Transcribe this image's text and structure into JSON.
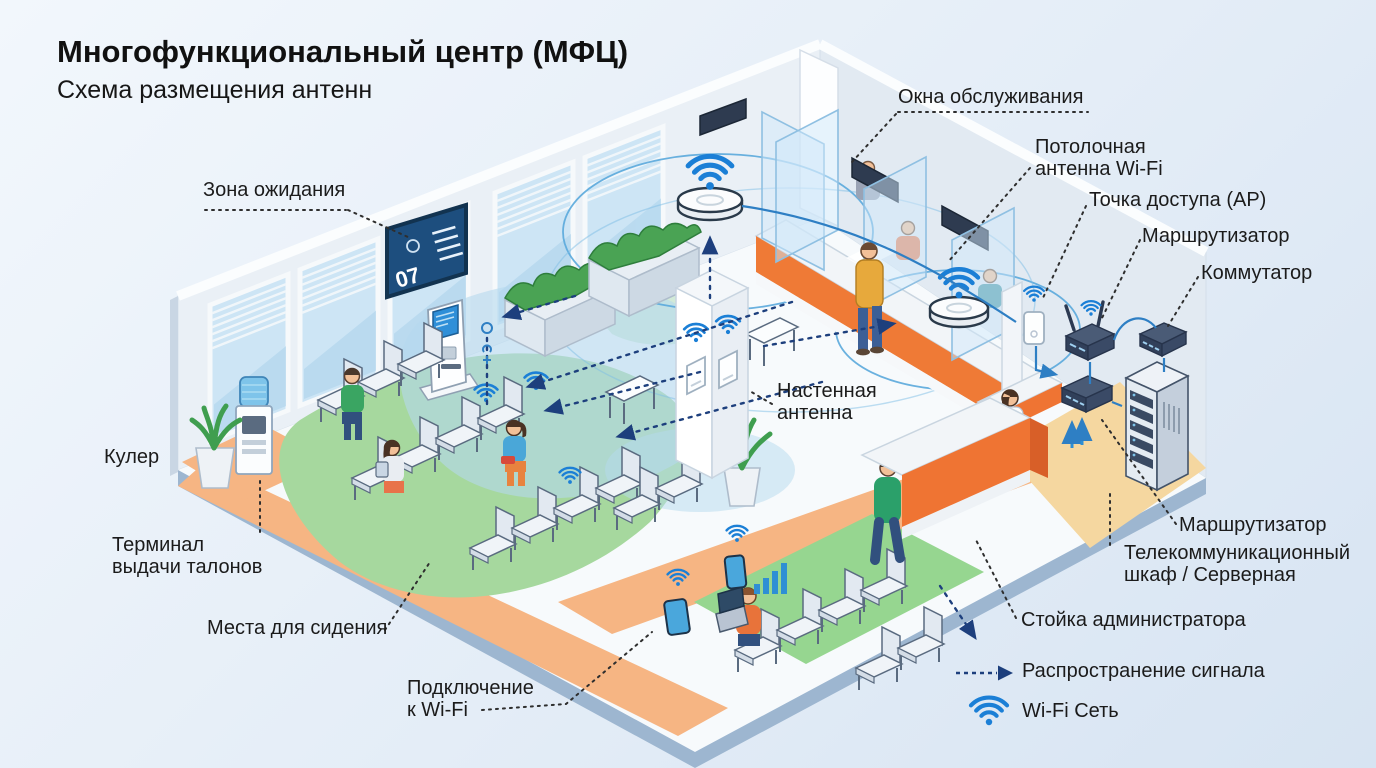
{
  "title": "Многофункциональный центр (МФЦ)",
  "subtitle": "Схема размещения антенн",
  "labels": {
    "service_windows": "Окна обслуживания",
    "ceiling_antenna": "Потолочная\nантенна Wi-Fi",
    "access_point": "Точка доступа (AP)",
    "router_top": "Маршрутизатор",
    "switch": "Коммутатор",
    "waiting_zone": "Зона ожидания",
    "cooler": "Кулер",
    "ticket_terminal": "Терминал\nвыдачи талонов",
    "seating": "Места для сидения",
    "wifi_connection": "Подключение\nк Wi-Fi",
    "wall_antenna": "Настенная\nантенна",
    "router_bottom": "Маршрутизатор",
    "telecom_cabinet": "Телекоммуникационный\nшкаф / Серверная",
    "admin_desk": "Стойка администратора"
  },
  "legend": {
    "signal": "Распространение сигнала",
    "wifi": "Wi-Fi Сеть"
  },
  "tv": {
    "queue_number": "07"
  },
  "colors": {
    "wifi_blue": "#1b7fd6",
    "arrow_navy": "#1d3f7d",
    "counter_orange": "#ef7433",
    "floor_green": "#a6d89e",
    "server_floor_tan": "#f5d7a0"
  }
}
